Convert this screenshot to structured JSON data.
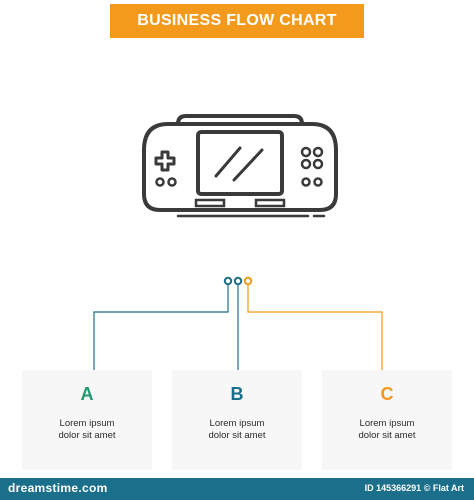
{
  "header": {
    "title": "BUSINESS FLOW CHART",
    "color": "#f39a1c"
  },
  "icon": {
    "name": "handheld-game-console-icon",
    "color": "#3a3a3a"
  },
  "flow": {
    "dot_colors": [
      "#1b6f8a",
      "#1b6f8a",
      "#f39a1c"
    ],
    "steps": [
      {
        "letter": "A",
        "line1": "Lorem ipsum",
        "line2": "dolor sit amet",
        "color": "#1d9a6c"
      },
      {
        "letter": "B",
        "line1": "Lorem ipsum",
        "line2": "dolor sit amet",
        "color": "#1b6f8a"
      },
      {
        "letter": "C",
        "line1": "Lorem ipsum",
        "line2": "dolor sit amet",
        "color": "#f39a1c"
      }
    ]
  },
  "footer": {
    "watermark": "dreamstime.com",
    "credit": "ID 145366291 © Flat Art",
    "color": "#1b6f8a"
  }
}
